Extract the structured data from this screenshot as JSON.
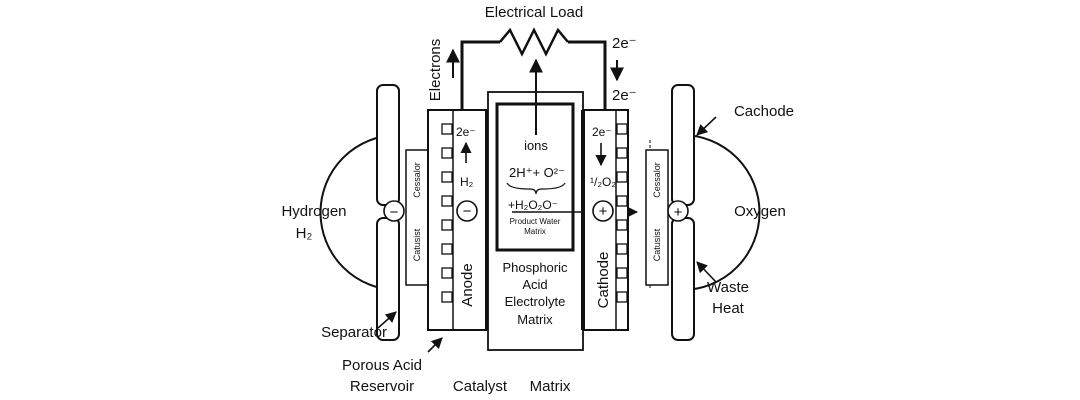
{
  "labels": {
    "electrical_load": "Electrical Load",
    "electrons": "Electrons",
    "two_e_top": "2e⁻",
    "two_e_mid": "2e⁻",
    "anode_two_e": "2e⁻",
    "cathode_two_e": "2e⁻",
    "ions": "ions",
    "ion_equation": "2H⁺+ O²⁻",
    "h2_formula": "H₂",
    "half_o2": "¹/₂O₂",
    "water_formula": "+H₂O₂O⁻",
    "product_water_line1": "Product Water",
    "product_water_line2": "Matrix",
    "electrolyte_line1": "Phosphoric",
    "electrolyte_line2": "Acid",
    "electrolyte_line3": "Electrolyte",
    "electrolyte_line4": "Matrix",
    "anode": "Anode",
    "cathode": "Cathode",
    "hydrogen": "Hydrogen",
    "hydrogen_formula": "H₂",
    "oxygen": "Oxygen",
    "cachode": "Cachode",
    "waste_line1": "Waste",
    "waste_line2": "Heat",
    "separator": "Separator",
    "porous_line1": "Porous Acid",
    "porous_line2": "Reservoir",
    "catalyst": "Catalyst",
    "matrix": "Matrix",
    "catusist_left": "Catusist",
    "cessalor_left": "Cessalor",
    "catusist_right": "Catusist",
    "cessalor_right": "Cessalor"
  },
  "symbols": {
    "minus": "−",
    "plus": "+"
  }
}
